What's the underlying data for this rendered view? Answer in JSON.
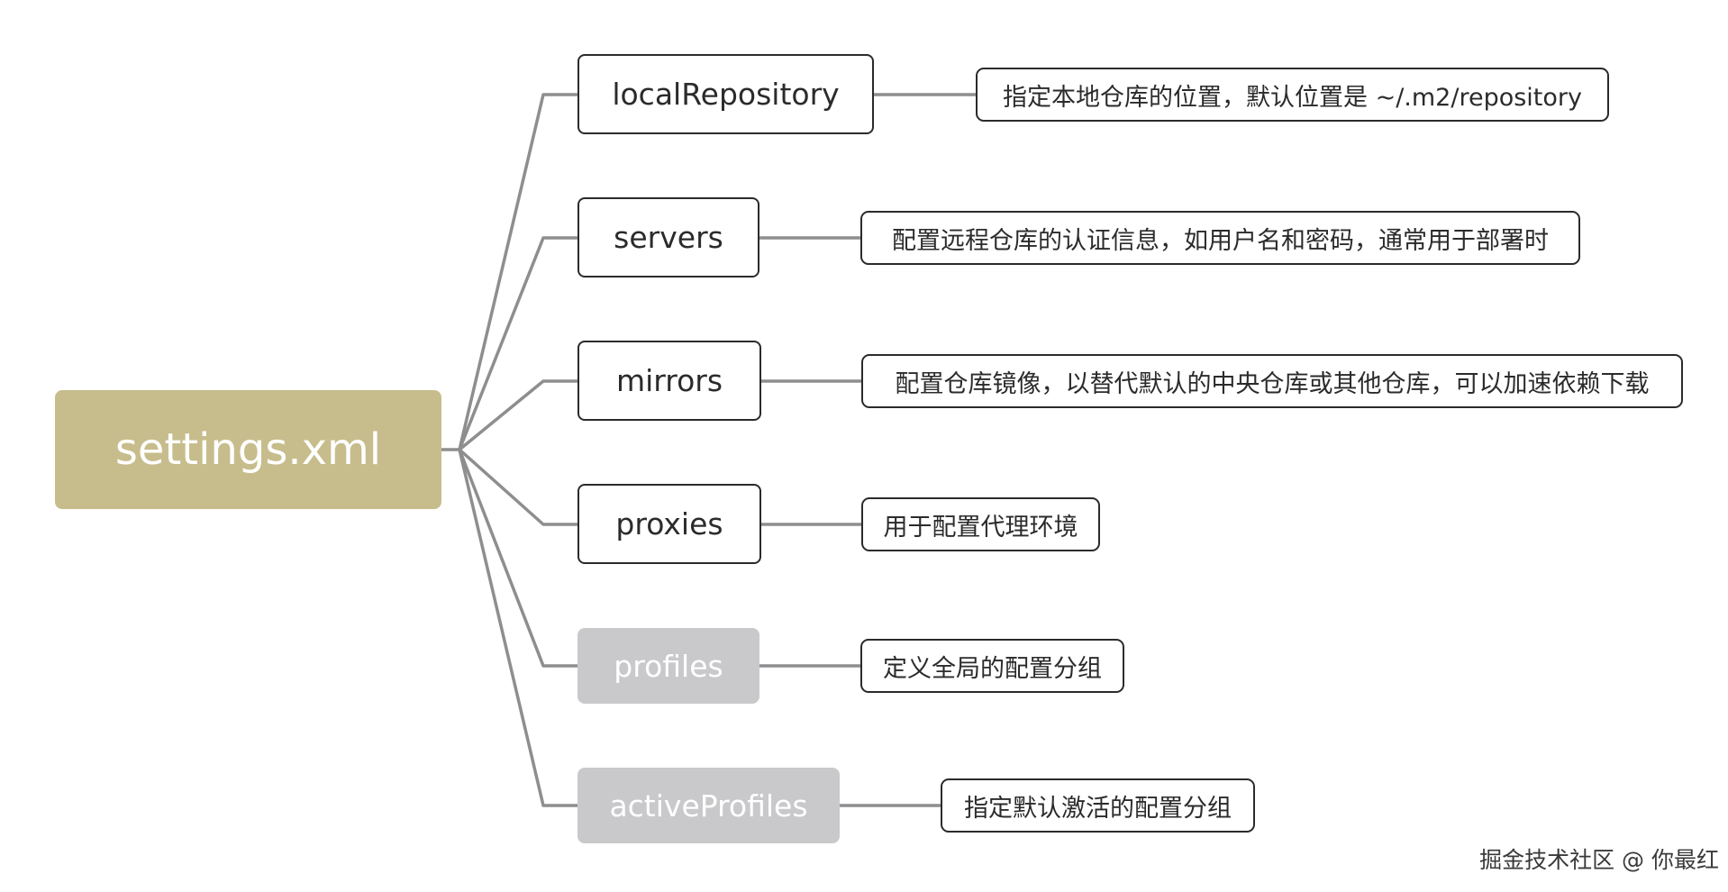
{
  "root": {
    "label": "settings.xml"
  },
  "branches": [
    {
      "label": "localRepository",
      "description": "指定本地仓库的位置，默认位置是 ~/.m2/repository"
    },
    {
      "label": "servers",
      "description": "配置远程仓库的认证信息，如用户名和密码，通常用于部署时"
    },
    {
      "label": "mirrors",
      "description": "配置仓库镜像，以替代默认的中央仓库或其他仓库，可以加速依赖下载"
    },
    {
      "label": "proxies",
      "description": "用于配置代理环境"
    },
    {
      "label": "profiles",
      "description": "定义全局的配置分组"
    },
    {
      "label": "activeProfiles",
      "description": "指定默认激活的配置分组"
    }
  ],
  "colors": {
    "root_fill": "#c7bd8c",
    "muted_fill": "#c9c9cb",
    "connector": "#8e8e8e",
    "border": "#2b2b2b"
  },
  "watermark": "掘金技术社区 @ 你最红"
}
